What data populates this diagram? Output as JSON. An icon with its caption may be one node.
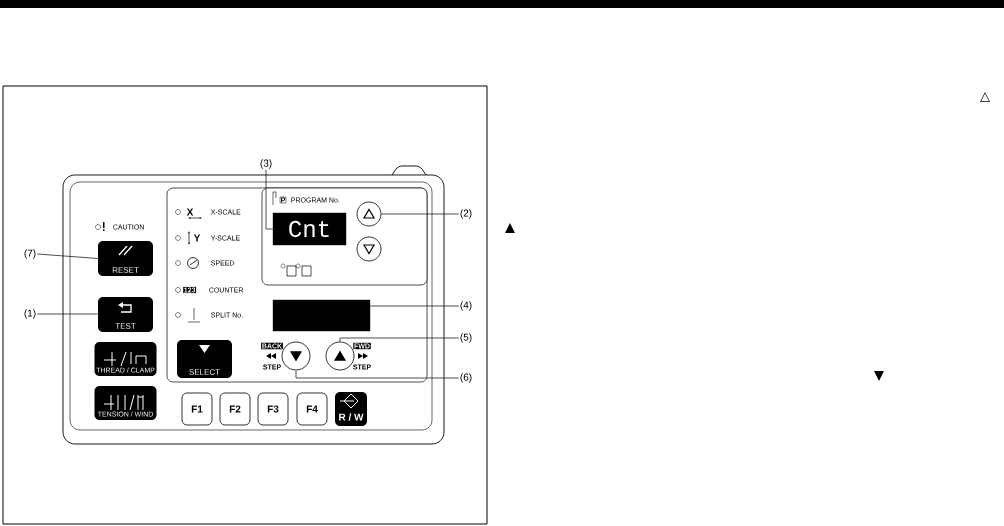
{
  "diagram": {
    "nodes": [
      {
        "text": [
          "(3)"
        ]
      },
      {
        "text": [
          "Cnt"
        ]
      },
      {
        "text": [
          "(2)"
        ]
      },
      {
        "text": [],
        "shape": "circle"
      },
      {
        "text": [],
        "shape": "circle"
      },
      {
        "text": [
          "(7)"
        ]
      },
      {
        "text": [
          "RESET"
        ]
      },
      {
        "text": [
          "(1)"
        ]
      },
      {
        "text": [
          "TEST"
        ]
      },
      {
        "text": [
          "THREAD / CLAMP"
        ]
      },
      {
        "text": [
          "TENSION / WIND"
        ]
      },
      {
        "text": [
          "SELECT"
        ]
      },
      {
        "text": [
          "(4)"
        ]
      },
      {
        "text": [],
        "shape": "box"
      },
      {
        "text": [
          "(5)"
        ]
      },
      {
        "text": [],
        "shape": "circle"
      },
      {
        "text": [
          "(6)"
        ]
      },
      {
        "text": [],
        "shape": "circle"
      },
      {
        "text": [
          "F1"
        ]
      },
      {
        "text": [
          "F2"
        ]
      },
      {
        "text": [
          "F3"
        ]
      },
      {
        "text": [
          "F4"
        ]
      },
      {
        "text": [
          "R / W"
        ]
      },
      {
        "text": [
          "BACK"
        ]
      },
      {
        "text": [
          "FWD"
        ]
      }
    ],
    "edges": [
      {
        "from": 0,
        "to": 1,
        "arrow": "none"
      },
      {
        "from": 2,
        "to": 3,
        "arrow": "none"
      },
      {
        "from": 5,
        "to": 6,
        "arrow": "none"
      },
      {
        "from": 7,
        "to": 8,
        "arrow": "none"
      },
      {
        "from": 12,
        "to": 13,
        "arrow": "none"
      },
      {
        "from": 14,
        "to": 15,
        "arrow": "none"
      },
      {
        "from": 16,
        "to": 17,
        "arrow": "none"
      }
    ],
    "labels": [
      "CAUTION",
      "X",
      "X-SCALE",
      "Y",
      "Y-SCALE",
      "SPEED",
      "123",
      "COUNTER",
      "SPLIT No.",
      "P",
      "PROGRAM No.",
      "STEP",
      "STEP",
      "△",
      "▲",
      "▼"
    ]
  }
}
